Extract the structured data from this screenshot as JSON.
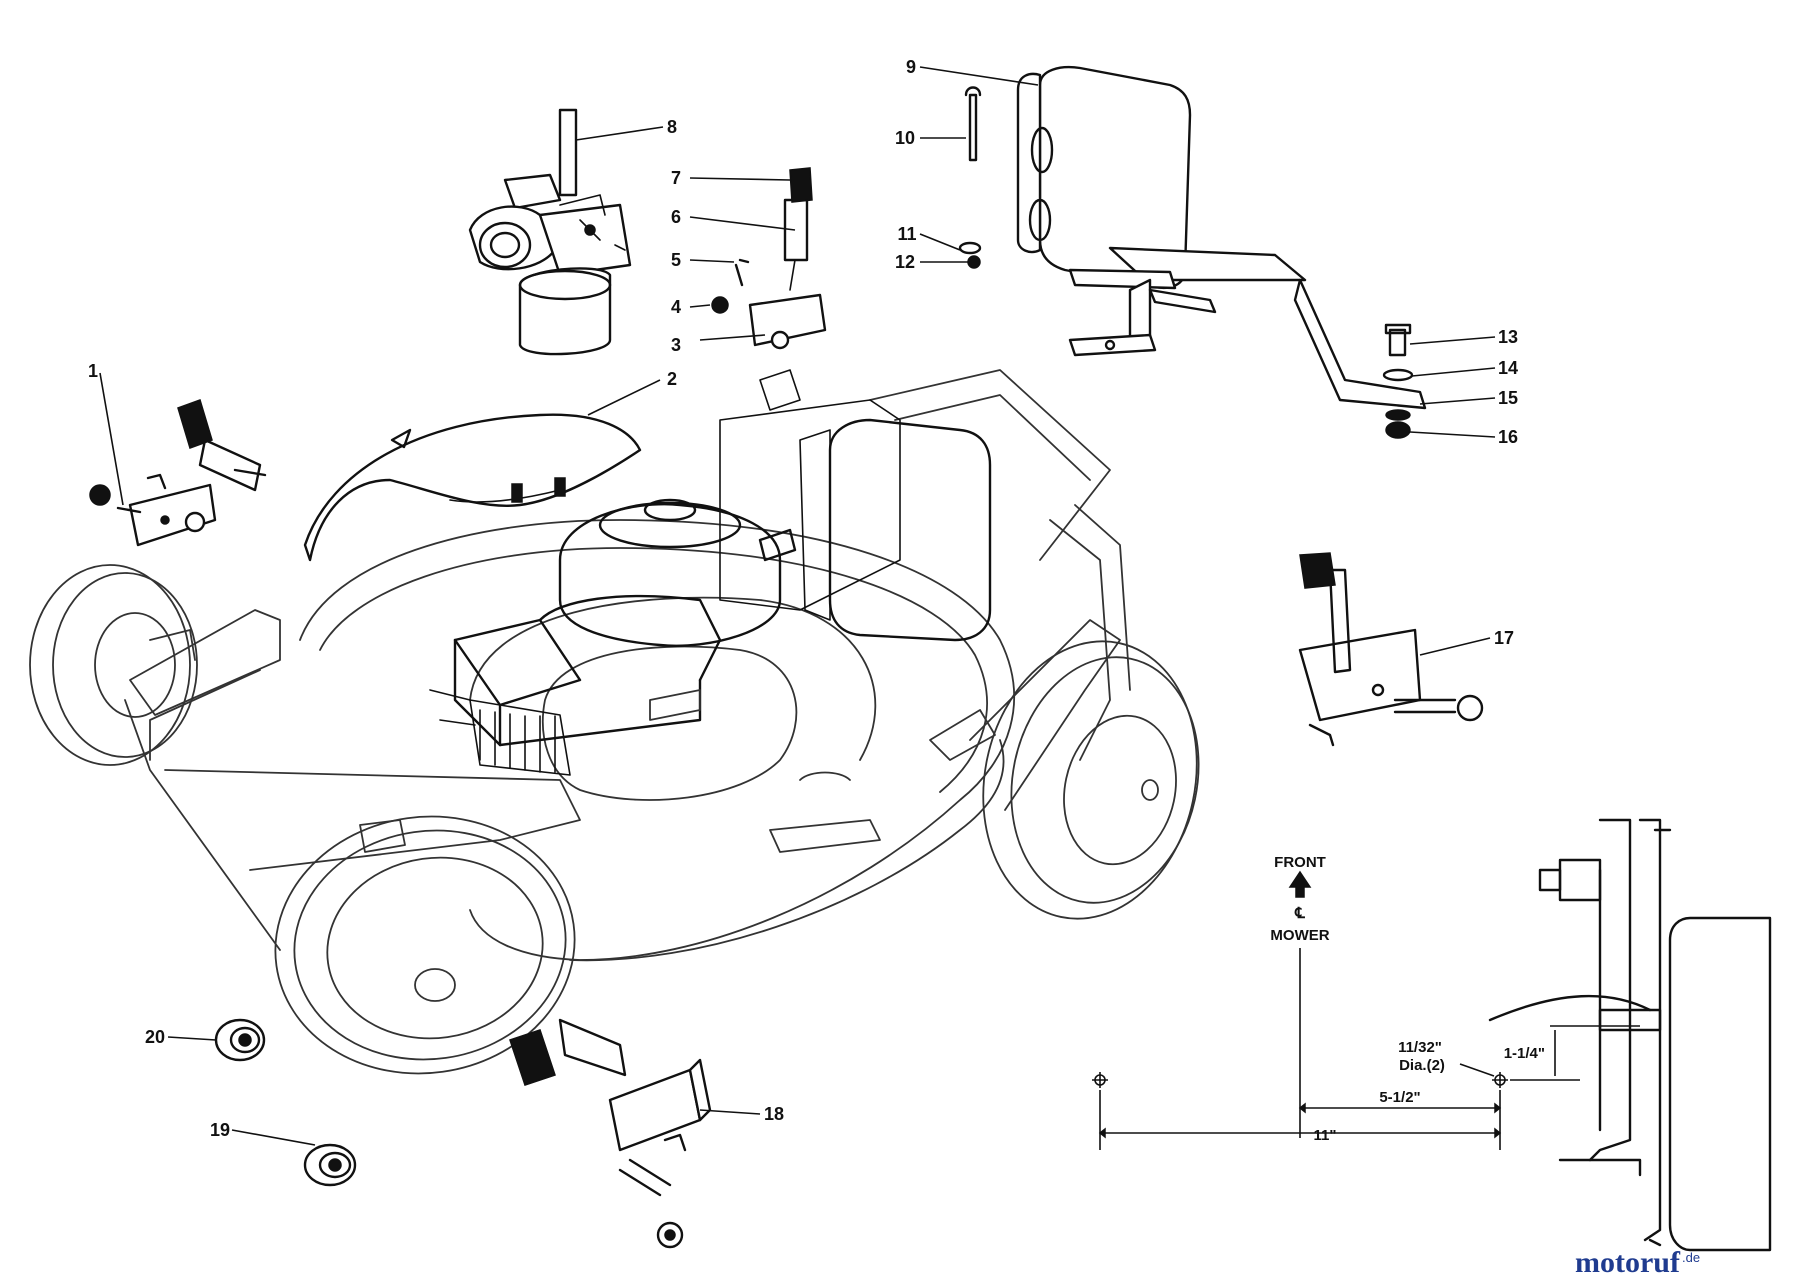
{
  "callouts": [
    "1",
    "2",
    "3",
    "4",
    "5",
    "6",
    "7",
    "8",
    "9",
    "10",
    "11",
    "12",
    "13",
    "14",
    "15",
    "16",
    "17",
    "18",
    "19",
    "20"
  ],
  "template": {
    "front_label": "FRONT",
    "centerline_symbol": "℄",
    "mower_label": "MOWER",
    "hole_label_line1": "11/32\"",
    "hole_label_line2": "Dia.(2)",
    "dim_offset": "1-1/4\"",
    "dim_half": "5-1/2\"",
    "dim_full": "11\""
  },
  "watermark": {
    "brand_main": "motoruf",
    "brand_accent": "",
    "tld": ".de",
    "colors": {
      "moto": "#1f3b8f",
      "ruf": "#d06a1a"
    }
  }
}
